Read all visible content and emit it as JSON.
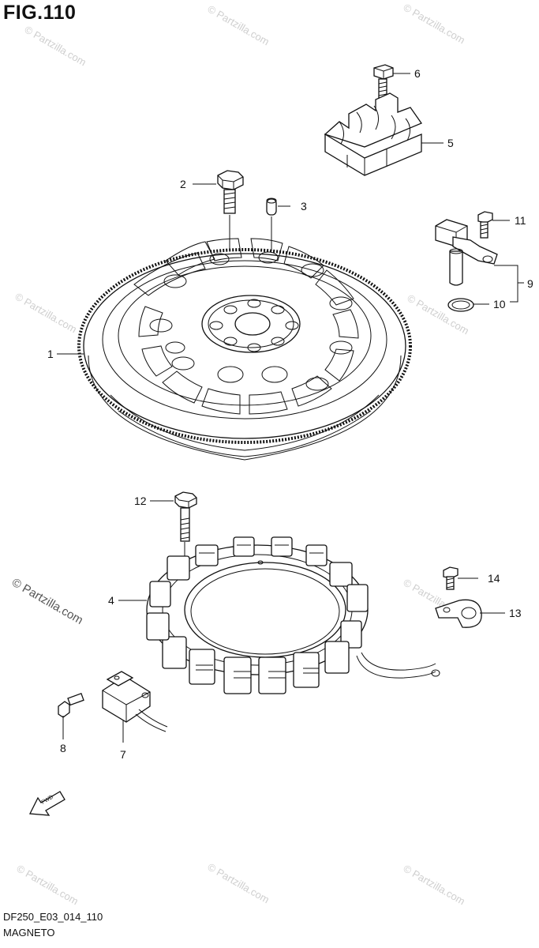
{
  "figure": {
    "title": "FIG.110",
    "code": "DF250_E03_014_110",
    "name": "MAGNETO"
  },
  "watermark": {
    "text": "© Partzilla.com"
  },
  "callouts": [
    {
      "id": "1",
      "part": "flywheel"
    },
    {
      "id": "2",
      "part": "flywheel-bolt"
    },
    {
      "id": "3",
      "part": "pin"
    },
    {
      "id": "4",
      "part": "stator"
    },
    {
      "id": "5",
      "part": "cable-holder"
    },
    {
      "id": "6",
      "part": "holder-bolt"
    },
    {
      "id": "7",
      "part": "pulser-coil"
    },
    {
      "id": "8",
      "part": "pulser-screw"
    },
    {
      "id": "9",
      "part": "sensor-assembly"
    },
    {
      "id": "10",
      "part": "o-ring"
    },
    {
      "id": "11",
      "part": "sensor-bolt"
    },
    {
      "id": "12",
      "part": "stator-bolt"
    },
    {
      "id": "13",
      "part": "clamp"
    },
    {
      "id": "14",
      "part": "clamp-bolt"
    }
  ],
  "fwd_arrow_label": "FWD"
}
